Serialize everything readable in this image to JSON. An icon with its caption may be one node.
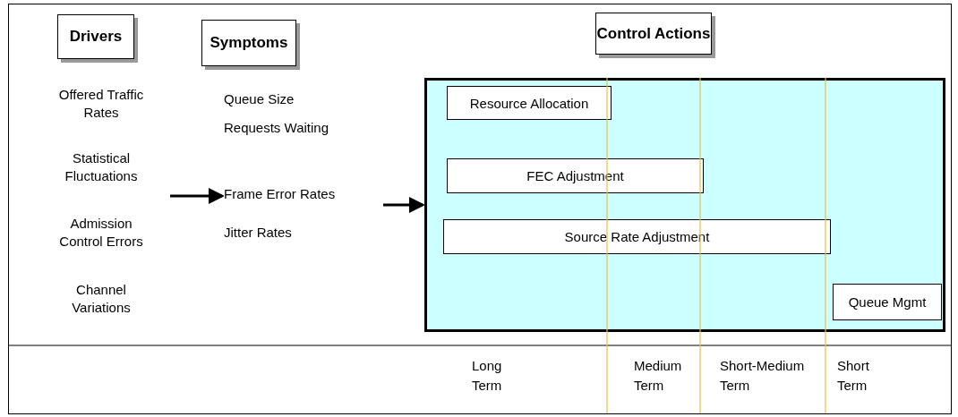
{
  "diagram": {
    "nodes": [
      {
        "text": [
          "Drivers"
        ]
      },
      {
        "text": [
          "Symptoms"
        ]
      },
      {
        "text": [
          "Control Actions"
        ]
      },
      {
        "text": [
          "Offered Traffic Rates"
        ]
      },
      {
        "text": [
          "Statistical Fluctuations"
        ]
      },
      {
        "text": [
          "Admission Control Errors"
        ]
      },
      {
        "text": [
          "Channel Variations"
        ]
      },
      {
        "text": [
          "Queue Size"
        ]
      },
      {
        "text": [
          "Requests Waiting"
        ]
      },
      {
        "text": [
          "Frame Error Rates"
        ]
      },
      {
        "text": [
          "Jitter Rates"
        ]
      },
      {
        "text": [],
        "shape": "box"
      },
      {
        "text": [
          "Resource Allocation"
        ],
        "in": 11
      },
      {
        "text": [
          "FEC Adjustment"
        ],
        "in": 11
      },
      {
        "text": [
          "Source Rate Adjustment"
        ],
        "in": 11
      },
      {
        "text": [
          "Queue Mgmt"
        ],
        "in": 11
      }
    ],
    "edges": [
      {
        "from": null,
        "to": 9,
        "arrow": "to"
      },
      {
        "from": null,
        "to": 11,
        "arrow": "to"
      }
    ],
    "labels": [
      "Long Term",
      "Medium Term",
      "Short-Medium Term",
      "Short Term"
    ]
  }
}
